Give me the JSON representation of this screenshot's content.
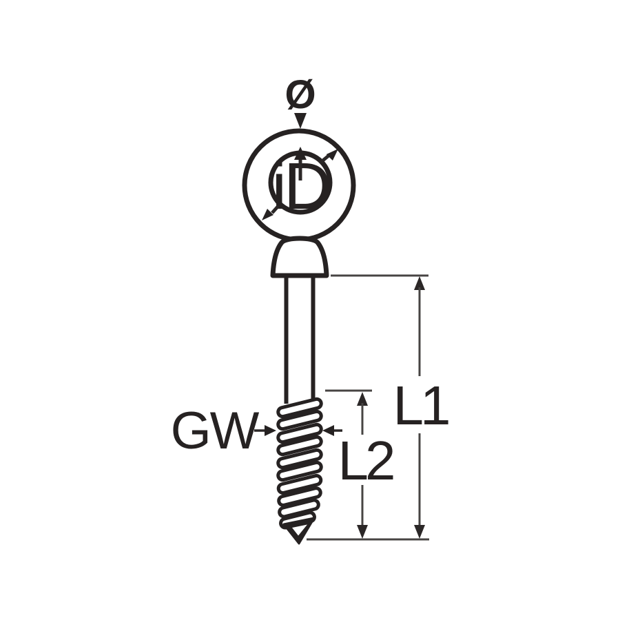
{
  "figure": {
    "kind": "technical-dimension-drawing",
    "labels": {
      "outer_diameter": "Ø",
      "inner_diameter": "iD",
      "thread": "GW",
      "length_l1": "L1",
      "length_l2": "L2"
    },
    "colors": {
      "outline": "#262222",
      "dimension_line": "#474443",
      "arrowhead": "#2b2727",
      "background": "#ffffff"
    }
  }
}
